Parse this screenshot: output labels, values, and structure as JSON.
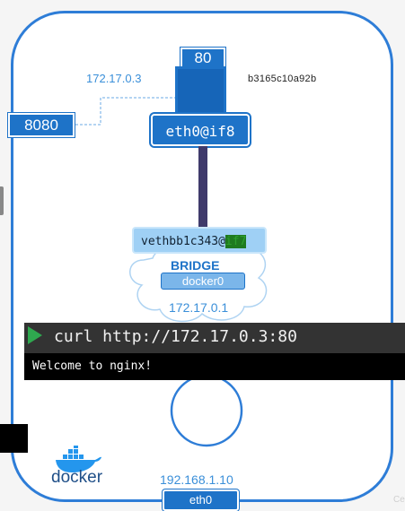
{
  "container": {
    "port": "80",
    "id": "b3165c10a92b",
    "ip": "172.17.0.3",
    "interface": "eth0@if8"
  },
  "host": {
    "port": "8080",
    "ip": "192.168.1.10",
    "interface": "eth0"
  },
  "bridge": {
    "veth_prefix": "vethbb1c343@",
    "veth_suffix": "if7",
    "label": "BRIDGE",
    "name": "docker0",
    "ip": "172.17.0.1"
  },
  "terminal": {
    "command": "curl http://172.17.0.3:80",
    "output": "Welcome to nginx!"
  },
  "logo": {
    "text": "docker",
    "icon": "docker-whale-icon"
  },
  "watermark": "Ce",
  "colors": {
    "accent": "#1e73c8",
    "frame": "#2e7dd7",
    "cable": "#3f3a6b",
    "prompt": "#2fa84f"
  }
}
